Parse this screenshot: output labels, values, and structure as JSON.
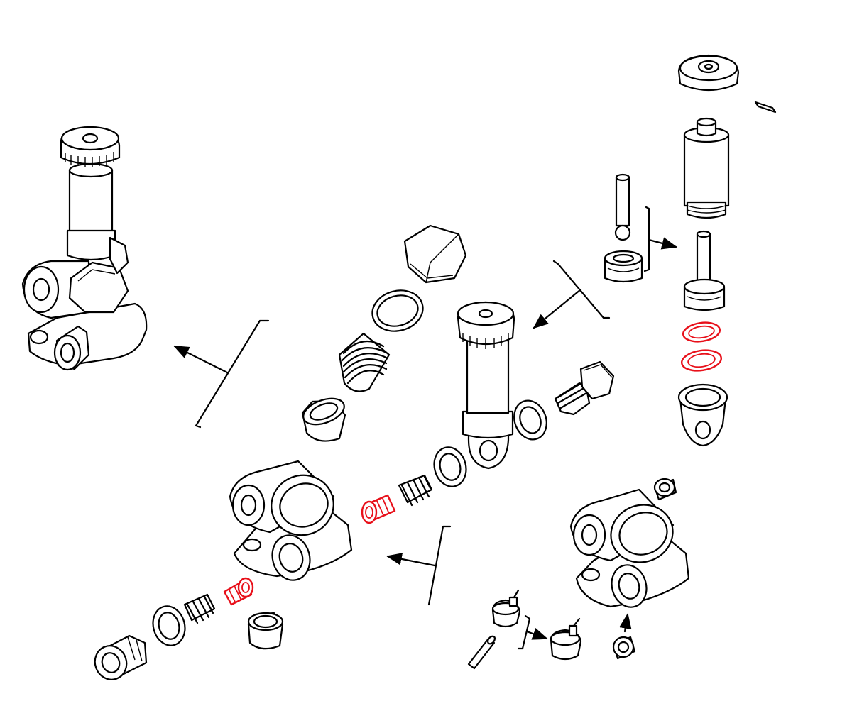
{
  "diagram": {
    "highlight_color": "#e8101a",
    "line_color": "#000000",
    "background": "#ffffff",
    "highlighted_parts": [
      "valve-insert-upper",
      "valve-insert-lower",
      "o-ring-upper",
      "o-ring-lower"
    ]
  }
}
